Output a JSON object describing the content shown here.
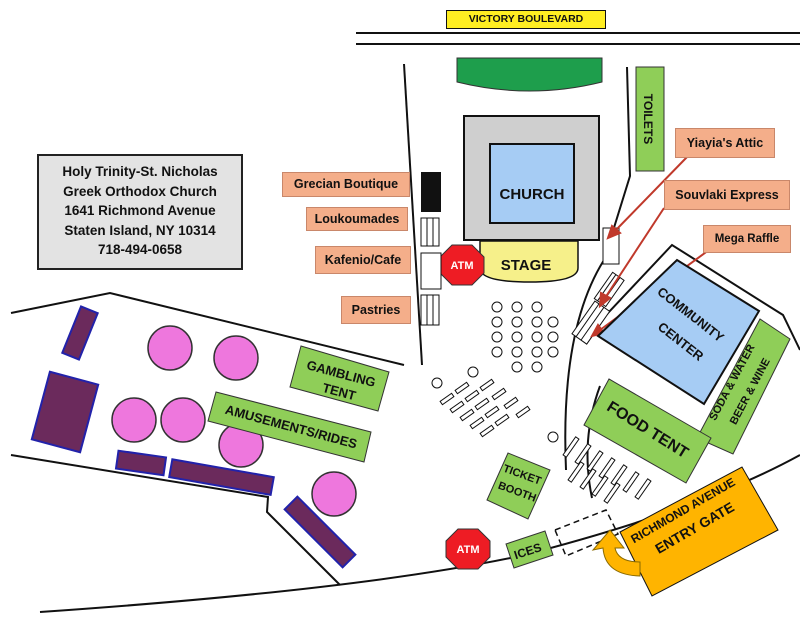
{
  "street_top": "VICTORY BOULEVARD",
  "info": {
    "line1": "Holy Trinity-St. Nicholas",
    "line2": "Greek Orthodox Church",
    "line3": "1641 Richmond Avenue",
    "line4": "Staten Island, NY 10314",
    "line5": "718-494-0658"
  },
  "labels": {
    "church": "CHURCH",
    "stage": "STAGE",
    "atm": "ATM",
    "toilets": "TOILETS",
    "grecian_boutique": "Grecian Boutique",
    "loukoumades": "Loukoumades",
    "kafenio": "Kafenio/Cafe",
    "pastries": "Pastries",
    "yiayias_attic": "Yiayia's Attic",
    "souvlaki_express": "Souvlaki Express",
    "mega_raffle": "Mega Raffle",
    "community_center_1": "COMMUNITY",
    "community_center_2": "CENTER",
    "gambling_tent_1": "GAMBLING",
    "gambling_tent_2": "TENT",
    "amusements": "AMUSEMENTS/RIDES",
    "food_tent": "FOOD TENT",
    "soda_1": "SODA & WATER",
    "soda_2": "BEER & WINE",
    "ticket_booth_1": "TICKET",
    "ticket_booth_2": "BOOTH",
    "ices": "ICES",
    "entry_gate_1": "RICHMOND AVENUE",
    "entry_gate_2": "ENTRY GATE"
  },
  "colors": {
    "green_area": "#1e9e4c",
    "booth_green": "#8fce58",
    "blue": "#a6ccf4",
    "church_gray": "#cfcfcf",
    "stage_yellow": "#f6f08a",
    "salmon": "#f4ae8a",
    "atm_red": "#ee1c24",
    "pink": "#ee77dd",
    "purple": "#6b2a5c",
    "orange": "#ffb400",
    "arrow_red": "#c0392b"
  }
}
